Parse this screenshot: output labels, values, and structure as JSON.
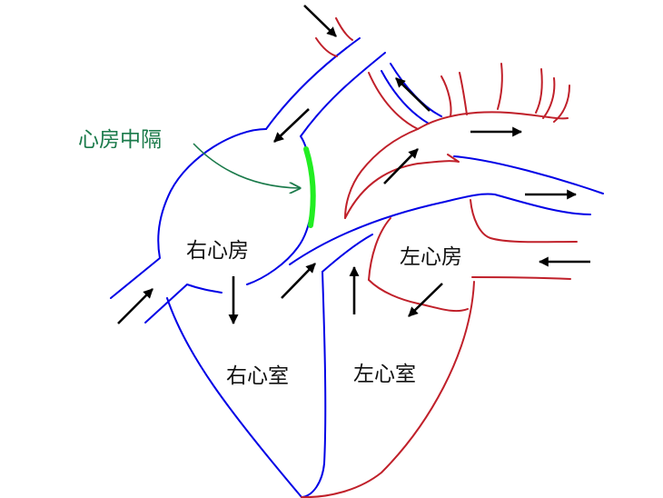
{
  "labels": {
    "septum": "心房中隔",
    "right_atrium": "右心房",
    "left_atrium": "左心房",
    "right_ventricle": "右心室",
    "left_ventricle": "左心室"
  },
  "colors": {
    "right_side": "#0000e6",
    "left_side": "#c0202a",
    "septum": "#22ee22",
    "pointer": "#1a7a4a",
    "arrow": "#000000"
  }
}
